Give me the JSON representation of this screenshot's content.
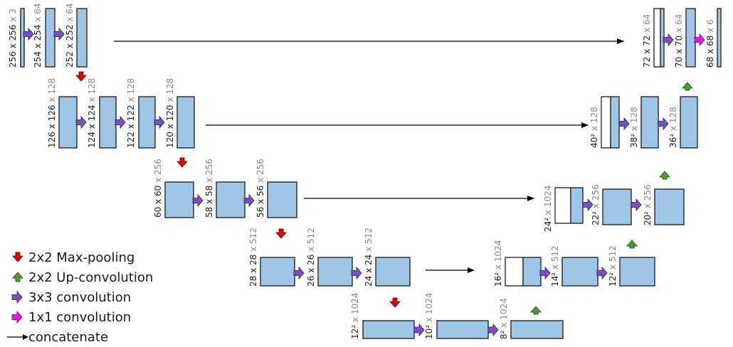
{
  "colors": {
    "box": "#9fc5e8",
    "maxpool": "#e60000",
    "upconv": "#4c9a3a",
    "conv3": "#7b4fc2",
    "conv1": "#ee11ee"
  },
  "labels": {
    "l01": [
      "256 x 256",
      " x 3"
    ],
    "l02": [
      "254 x 254",
      " x 64"
    ],
    "l03": [
      "252 x 252",
      " x 64"
    ],
    "l04": [
      "126 x 126",
      " x 128"
    ],
    "l05": [
      "124 x 124",
      " x 128"
    ],
    "l06": [
      "122 x 122",
      " x 128"
    ],
    "l07": [
      "120 x 120",
      " x 128"
    ],
    "l08": [
      "60 x 60",
      " x 256"
    ],
    "l09": [
      "58 x 58",
      " x 256"
    ],
    "l10": [
      "56 x 56",
      " x 256"
    ],
    "l11": [
      "28 x 28",
      " x 512"
    ],
    "l12": [
      "26 x 26",
      " x 512"
    ],
    "l13": [
      "24 x 24",
      " x 512"
    ],
    "l14": [
      "12²",
      " x 1024"
    ],
    "l15": [
      "10²",
      " x 1024"
    ],
    "l16": [
      "8²",
      " x 1024"
    ],
    "l17": [
      "16²",
      " x 1024"
    ],
    "l18": [
      "14²",
      " x 512"
    ],
    "l19": [
      "12²",
      " x 512"
    ],
    "l20": [
      "24²",
      " x 1024"
    ],
    "l21": [
      "22²",
      " x 256"
    ],
    "l22": [
      "20²",
      " x 256"
    ],
    "l23": [
      "40²",
      " x 128"
    ],
    "l24": [
      "38²",
      " x 128"
    ],
    "l25": [
      "36²",
      " x 128"
    ],
    "l26": [
      "72 x 72",
      " x 64"
    ],
    "l27": [
      "70 x 70",
      " x 64"
    ],
    "l28": [
      "68 x 68",
      " x 6"
    ]
  },
  "legend": [
    {
      "icon": "red-down-arrow-icon",
      "label": "2x2 Max-pooling"
    },
    {
      "icon": "green-up-arrow-icon",
      "label": "2x2 Up-convolution"
    },
    {
      "icon": "purple-right-arrow-icon",
      "label": "3x3 convolution"
    },
    {
      "icon": "magenta-right-arrow-icon",
      "label": "1x1 convolution"
    },
    {
      "icon": "black-arrow-icon",
      "label": "concatenate"
    }
  ]
}
